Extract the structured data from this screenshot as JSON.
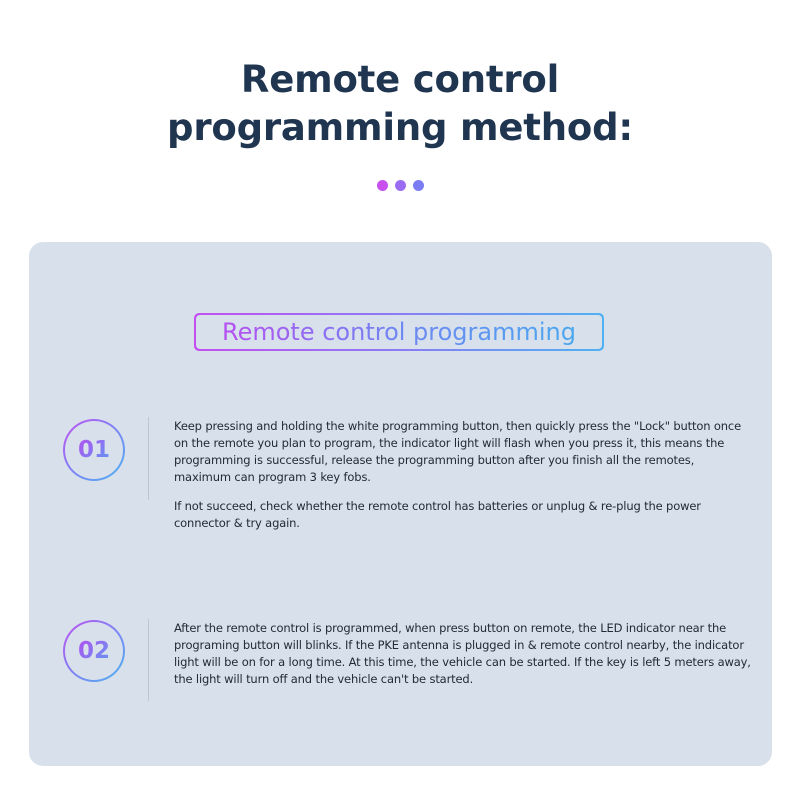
{
  "title": {
    "line1": "Remote control",
    "line2": "programming method:"
  },
  "dots": {
    "colors": [
      "#c750ee",
      "#9a6cf2",
      "#7c7df4"
    ]
  },
  "section": {
    "title": "Remote control programming"
  },
  "steps": [
    {
      "number": "01",
      "paragraphs": [
        " Keep pressing and holding the white programming button, then quickly press the \"Lock\" button once on the remote you plan to program, the indicator light will flash when you press it, this means the programming is successful, release the programming button after you finish all the remotes, maximum can program 3 key fobs.",
        "If not succeed, check whether the remote control has batteries or unplug & re-plug the power connector & try again."
      ]
    },
    {
      "number": "02",
      "paragraphs": [
        "After the remote control is programmed, when press button on remote, the LED indicator near the programing button will blinks. If the PKE antenna is plugged in & remote control nearby, the indicator light will be on for a long time. At this time, the vehicle can be started. If the key is left 5 meters away, the light will turn off and the vehicle can't be started."
      ]
    }
  ],
  "colors": {
    "title": "#1f3550",
    "card_background": "#d8e0ec",
    "gradient_start": "#c34ff0",
    "gradient_end": "#4fb2f2"
  }
}
